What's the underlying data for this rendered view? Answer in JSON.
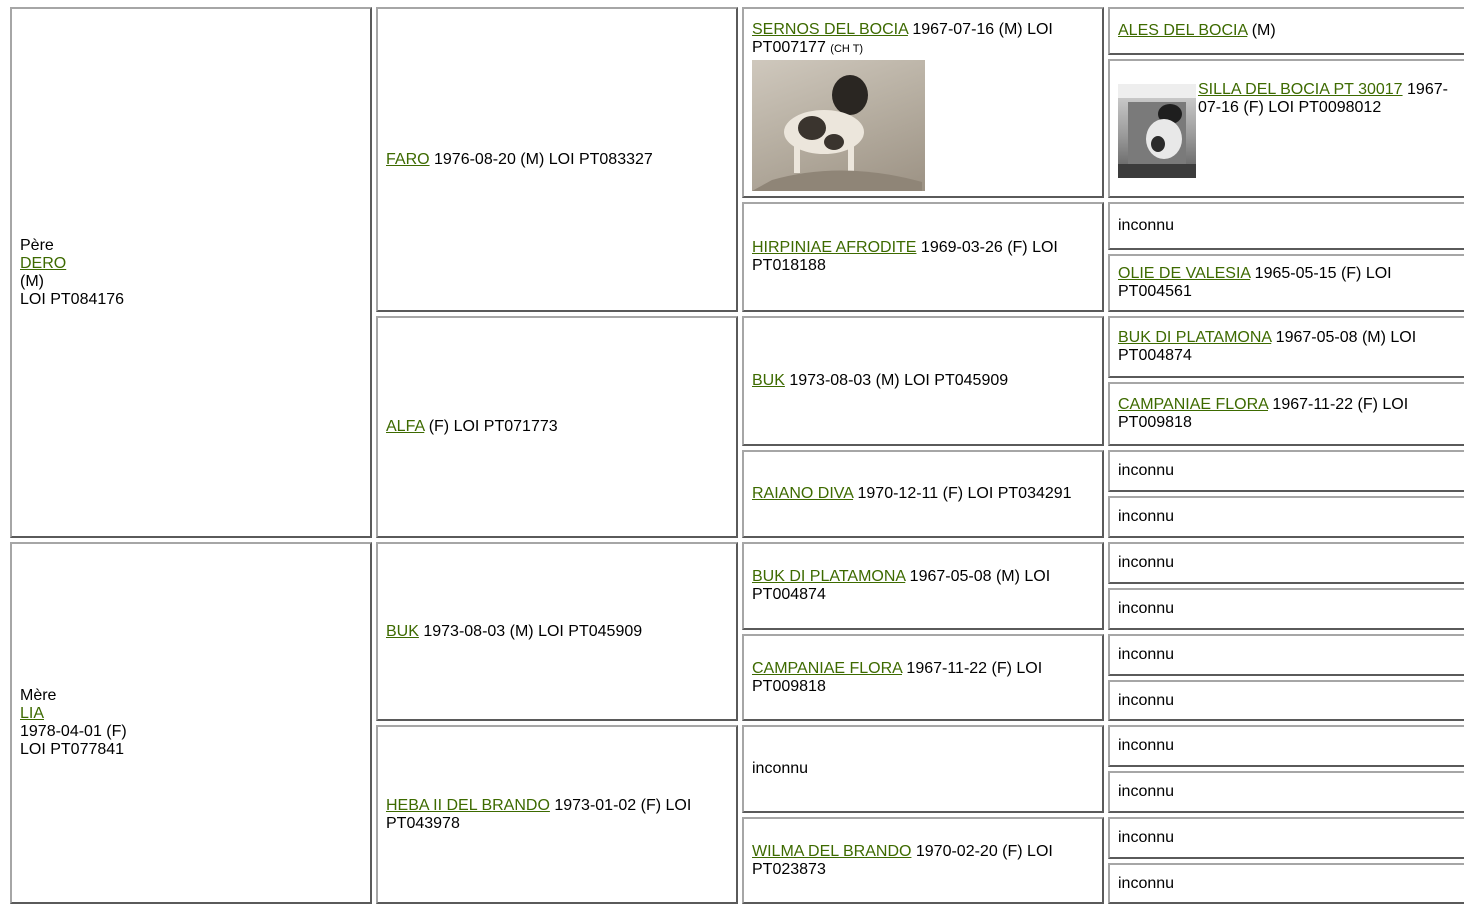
{
  "sire": {
    "role": "Père",
    "name": "DERO",
    "sex": "(M)",
    "reg": "LOI PT084176"
  },
  "dam": {
    "role": "Mère",
    "name": "LIA",
    "birth_sex": "1978-04-01 (F)",
    "reg": "LOI PT077841"
  },
  "gen2": {
    "faro": {
      "name": "FARO",
      "details": " 1976-08-20 (M) LOI PT083327"
    },
    "alfa": {
      "name": "ALFA",
      "details": " (F) LOI PT071773"
    },
    "buk": {
      "name": "BUK",
      "details": " 1973-08-03 (M) LOI PT045909"
    },
    "heba": {
      "name": "HEBA II DEL BRANDO",
      "details": " 1973-01-02 (F) LOI PT043978"
    }
  },
  "gen3": {
    "sernos": {
      "name": "SERNOS DEL BOCIA",
      "details": " 1967-07-16 (M) LOI PT007177 ",
      "title": "(CH T)"
    },
    "hirpiniae": {
      "name": "HIRPINIAE AFRODITE",
      "details": " 1969-03-26 (F) LOI PT018188"
    },
    "buk": {
      "name": "BUK",
      "details": " 1973-08-03 (M) LOI PT045909"
    },
    "raiano": {
      "name": "RAIANO DIVA",
      "details": " 1970-12-11 (F) LOI PT034291"
    },
    "buk_platamona": {
      "name": "BUK DI PLATAMONA",
      "details": " 1967-05-08 (M) LOI PT004874"
    },
    "campaniae": {
      "name": "CAMPANIAE FLORA",
      "details": " 1967-11-22 (F) LOI PT009818"
    },
    "unknown": "inconnu",
    "wilma": {
      "name": "WILMA DEL BRANDO",
      "details": " 1970-02-20 (F) LOI PT023873"
    }
  },
  "gen4": {
    "ales": {
      "name": "ALES DEL BOCIA",
      "details": " (M)"
    },
    "silla": {
      "name": "SILLA DEL BOCIA PT 30017",
      "details": " 1967-07-16 (F) LOI PT0098012"
    },
    "olie": {
      "name": "OLIE DE VALESIA",
      "details": " 1965-05-15 (F) LOI PT004561"
    },
    "buk_platamona": {
      "name": "BUK DI PLATAMONA",
      "details": " 1967-05-08 (M) LOI PT004874"
    },
    "campaniae": {
      "name": "CAMPANIAE FLORA",
      "details": " 1967-11-22 (F) LOI PT009818"
    },
    "unknown": "inconnu"
  }
}
